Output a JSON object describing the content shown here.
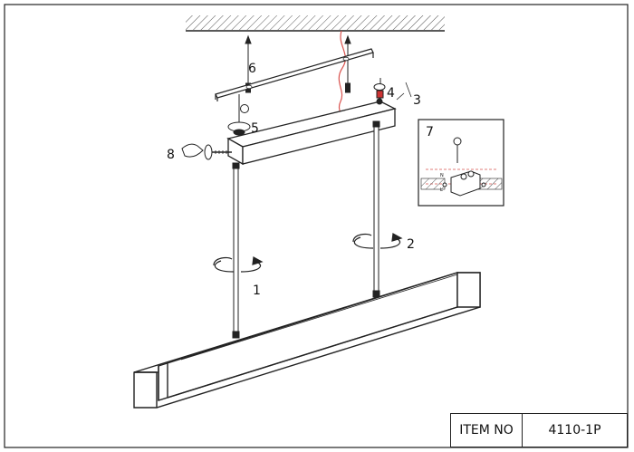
{
  "callouts": {
    "step1": "1",
    "step2": "2",
    "step3": "3",
    "step4": "4",
    "step5": "5",
    "step6": "6",
    "step7": "7",
    "step8": "8"
  },
  "terminal_labels": {
    "n": "N",
    "l": "L"
  },
  "title_block": {
    "label": "ITEM NO",
    "value": "4110-1P"
  },
  "colors": {
    "line": "#222222",
    "cable": "#d9534f",
    "hatch": "#555555",
    "light_gray": "#d8d8d8"
  }
}
